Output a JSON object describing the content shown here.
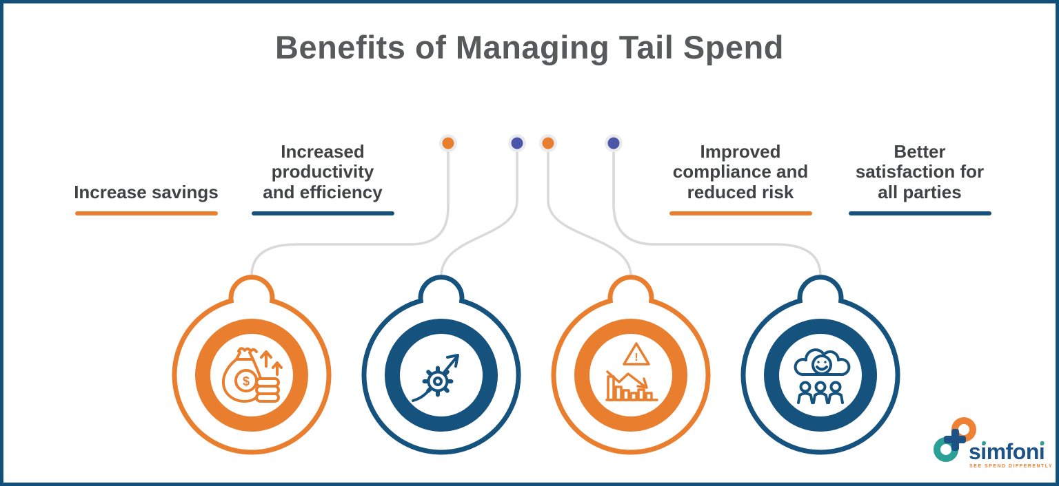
{
  "title": "Benefits of Managing Tail Spend",
  "benefits": [
    {
      "label": "Increase savings",
      "accent_color": "#EC7F2F",
      "dot_color": "#E87E2E",
      "icon": "money-bag-icon"
    },
    {
      "label": "Increased\nproductivity\nand efficiency",
      "accent_color": "#15527E",
      "dot_color": "#4B55A9",
      "icon": "productivity-gear-icon"
    },
    {
      "label": "Improved\ncompliance and\nreduced risk",
      "accent_color": "#EC7F2F",
      "dot_color": "#E87E2E",
      "icon": "risk-chart-icon"
    },
    {
      "label": "Better\nsatisfaction for\nall parties",
      "accent_color": "#15527E",
      "dot_color": "#4B55A9",
      "icon": "satisfaction-cloud-people-icon"
    }
  ],
  "icon_glyphs": {
    "dollar": "$",
    "exclamation": "!"
  },
  "logo": {
    "brand": "simfoni",
    "tagline": "SEE SPEND DIFFERENTLY"
  },
  "colors": {
    "orange": "#E87E2E",
    "navy": "#15527E",
    "indigo_dot": "#4B55A9",
    "connector_gray": "#D9D9DB",
    "title_text": "#58595B",
    "label_text": "#414243",
    "frame_border": "#134F7B",
    "logo_teal": "#2BA097",
    "logo_navy": "#1D5286",
    "logo_orange": "#EE8133"
  }
}
